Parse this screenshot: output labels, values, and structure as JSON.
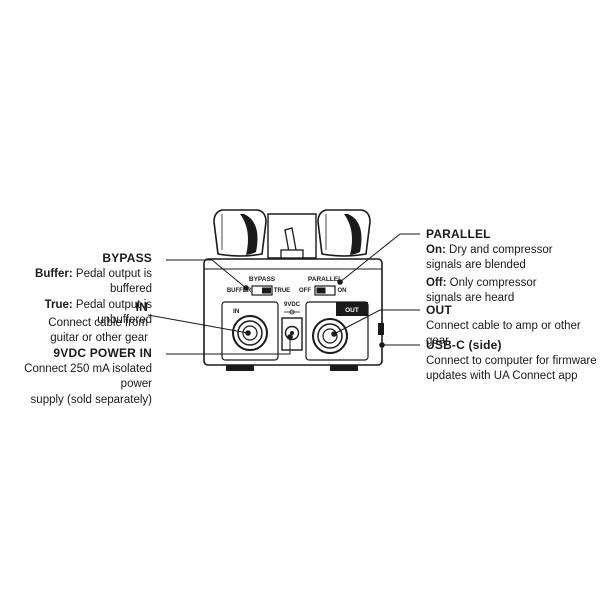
{
  "callouts": {
    "bypass": {
      "title": "BYPASS",
      "line1_key": "Buffer:",
      "line1_text": " Pedal output is buffered",
      "line2_key": "True:",
      "line2_text": " Pedal output is unbuffered"
    },
    "in": {
      "title": "IN",
      "line1": "Connect cable from",
      "line2": "guitar or other gear"
    },
    "power": {
      "title": "9VDC POWER IN",
      "line1": "Connect 250 mA isolated power",
      "line2": "supply (sold separately)"
    },
    "parallel": {
      "title": "PARALLEL",
      "on_key": "On:",
      "on_line1": " Dry and compressor",
      "on_line2": "signals are blended",
      "off_key": "Off:",
      "off_line1": " Only compressor",
      "off_line2": "signals are heard"
    },
    "out": {
      "title": "OUT",
      "line1": "Connect cable to amp or other gear"
    },
    "usbc": {
      "title": "USB-C (side)",
      "line1": "Connect to computer for firmware",
      "line2": "updates with UA Connect app"
    }
  },
  "pedal_labels": {
    "bypass": "BYPASS",
    "buffer": "BUFFER",
    "true": "TRUE",
    "parallel": "PARALLEL",
    "off": "OFF",
    "on": "ON",
    "in": "IN",
    "out": "OUT",
    "power": "9VDC"
  }
}
